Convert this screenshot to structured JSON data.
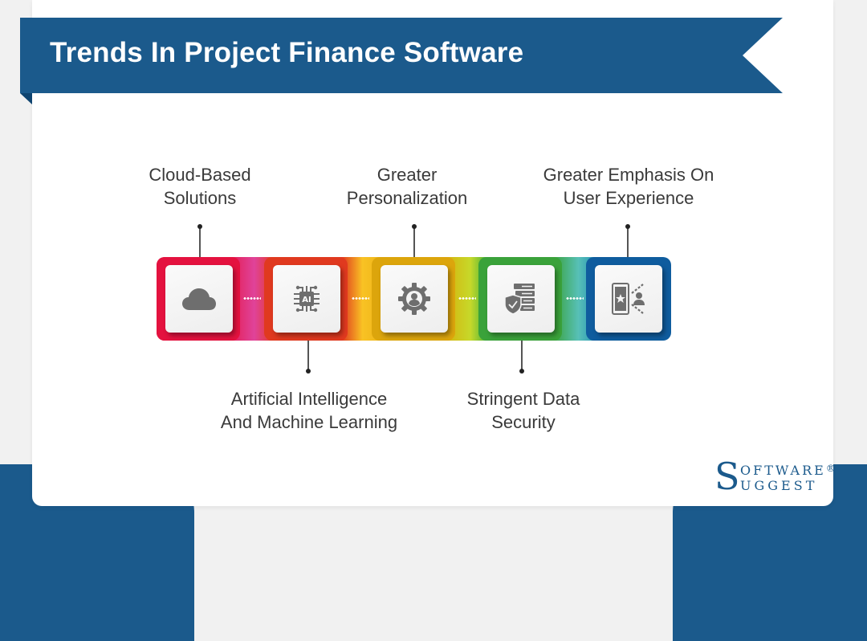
{
  "header": {
    "title": "Trends In Project Finance Software"
  },
  "colors": {
    "brand_blue": "#1b5a8c",
    "ribbon_fold": "#0f4470",
    "background": "#f1f1f1",
    "card": "#ffffff",
    "label_text": "#3a3a3a",
    "icon_gray": "#6e6e6e"
  },
  "trends": [
    {
      "label_line1": "Cloud-Based",
      "label_line2": "Solutions",
      "position": "top",
      "icon": "cloud-icon",
      "frame_color": "#e4123f"
    },
    {
      "label_line1": "Artificial Intelligence",
      "label_line2": "And Machine Learning",
      "position": "bottom",
      "icon": "ai-chip-icon",
      "frame_color": "#e0391f"
    },
    {
      "label_line1": "Greater",
      "label_line2": "Personalization",
      "position": "top",
      "icon": "user-gear-icon",
      "frame_color": "#dca50c"
    },
    {
      "label_line1": "Stringent Data",
      "label_line2": "Security",
      "position": "bottom",
      "icon": "shield-server-icon",
      "frame_color": "#3aa23a"
    },
    {
      "label_line1": "Greater Emphasis On",
      "label_line2": "User Experience",
      "position": "top",
      "icon": "mobile-user-icon",
      "frame_color": "#0f5c9e"
    }
  ],
  "logo": {
    "initial": "S",
    "line1": "OFTWARE",
    "line2": "UGGEST",
    "registered": "®"
  }
}
